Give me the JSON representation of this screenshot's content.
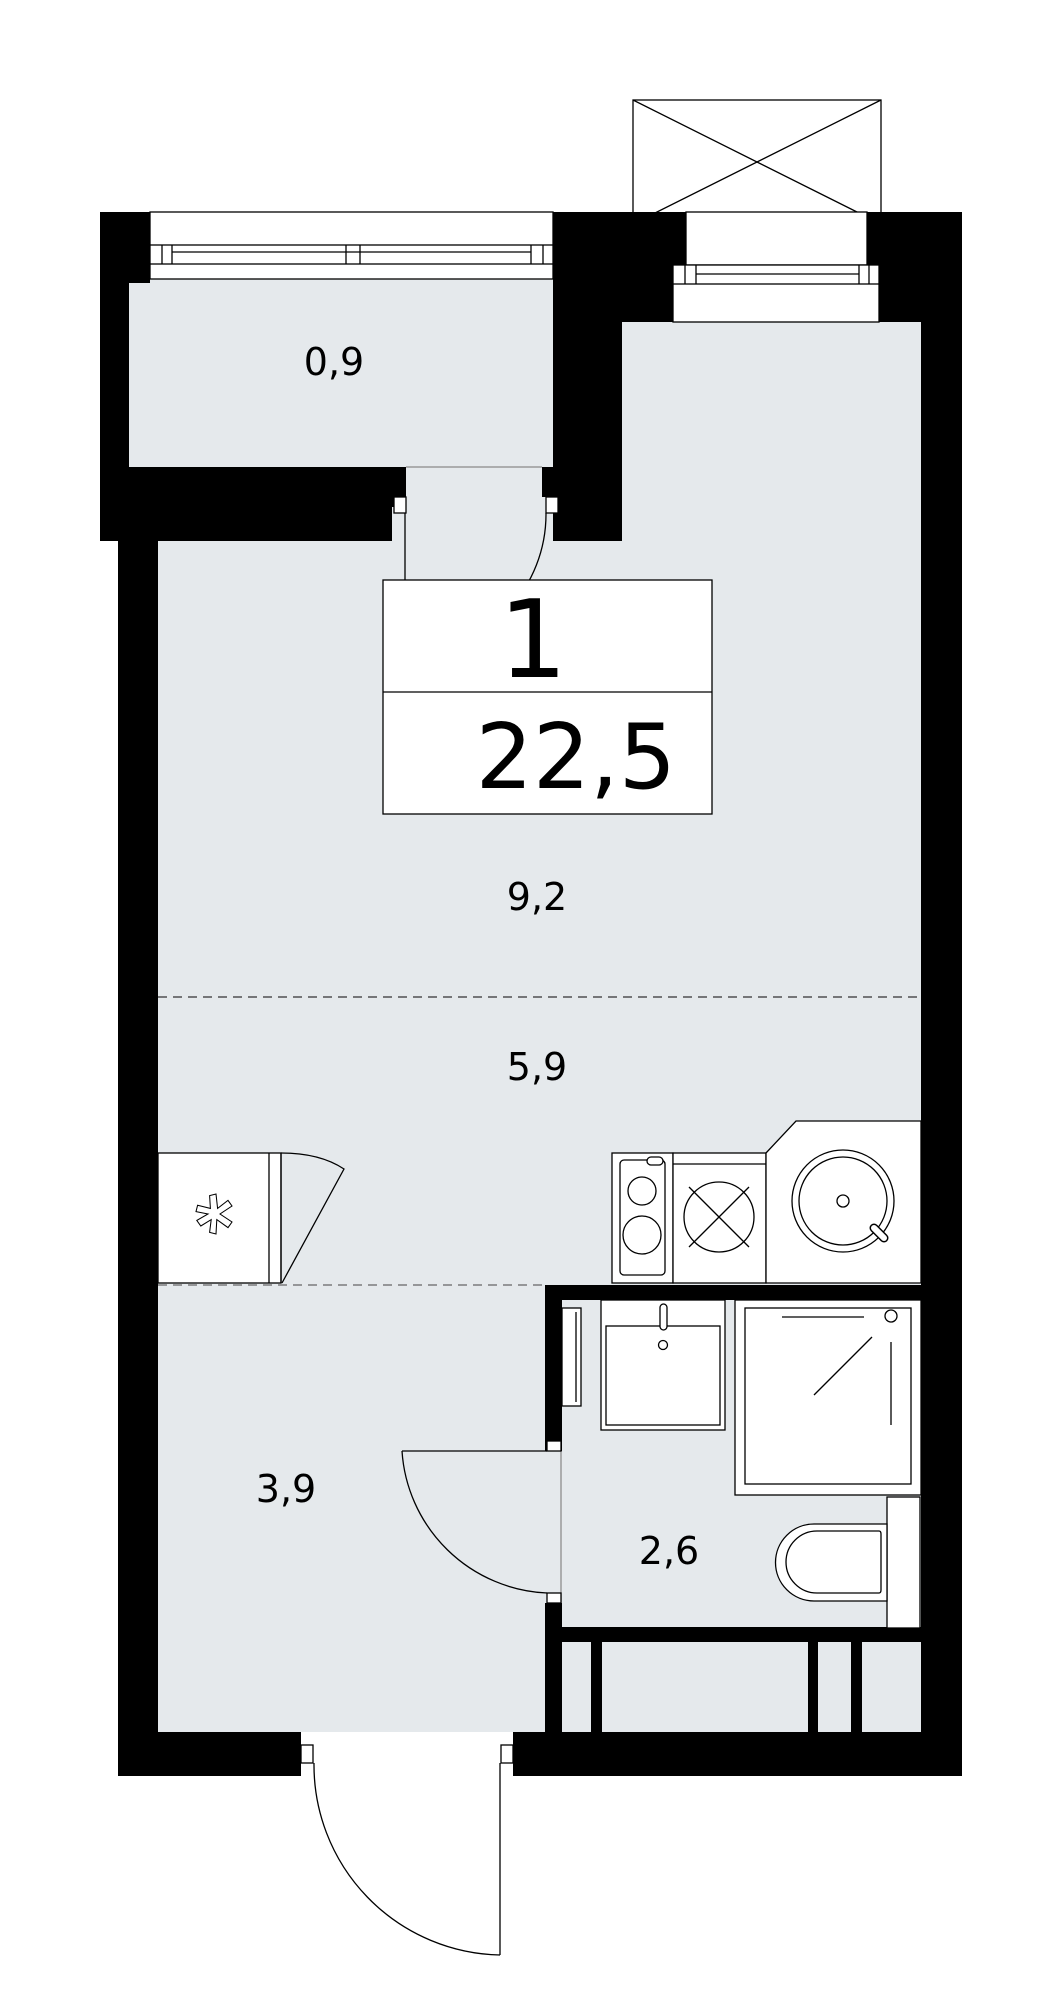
{
  "plan": {
    "rooms_count": "1",
    "total_area": "22,5",
    "areas": {
      "balcony": "0,9",
      "living_zone": "9,2",
      "kitchen_zone": "5,9",
      "hallway": "3,9",
      "bathroom": "2,6"
    }
  },
  "colors": {
    "floor": "#e5e9ec",
    "wall": "#000000"
  }
}
